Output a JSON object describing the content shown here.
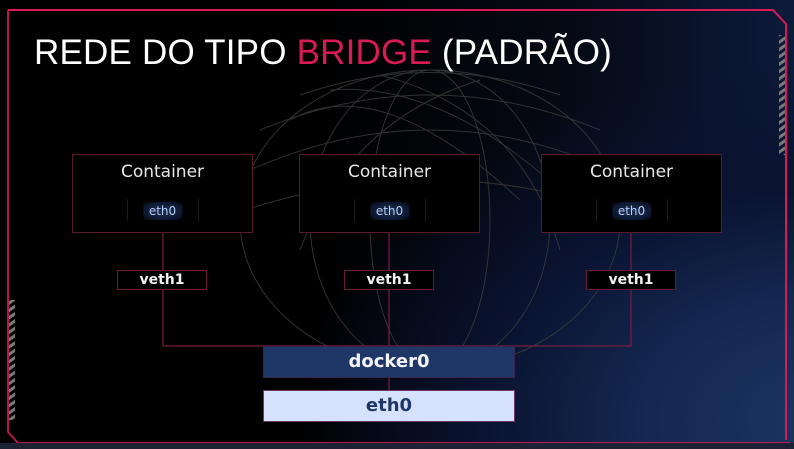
{
  "slide": {
    "title_prefix": "REDE DO TIPO ",
    "title_highlight": "BRIDGE",
    "title_suffix": " (PADRÃO)",
    "accent_color": "#d81b55"
  },
  "diagram": {
    "containers": [
      {
        "label": "Container",
        "interface": "eth0",
        "veth": "veth1"
      },
      {
        "label": "Container",
        "interface": "eth0",
        "veth": "veth1"
      },
      {
        "label": "Container",
        "interface": "eth0",
        "veth": "veth1"
      }
    ],
    "bridge": {
      "label": "docker0",
      "color": "#1f3767"
    },
    "host_interface": {
      "label": "eth0",
      "color": "#d6e2fd"
    },
    "connector_color": "#7a1d40"
  }
}
